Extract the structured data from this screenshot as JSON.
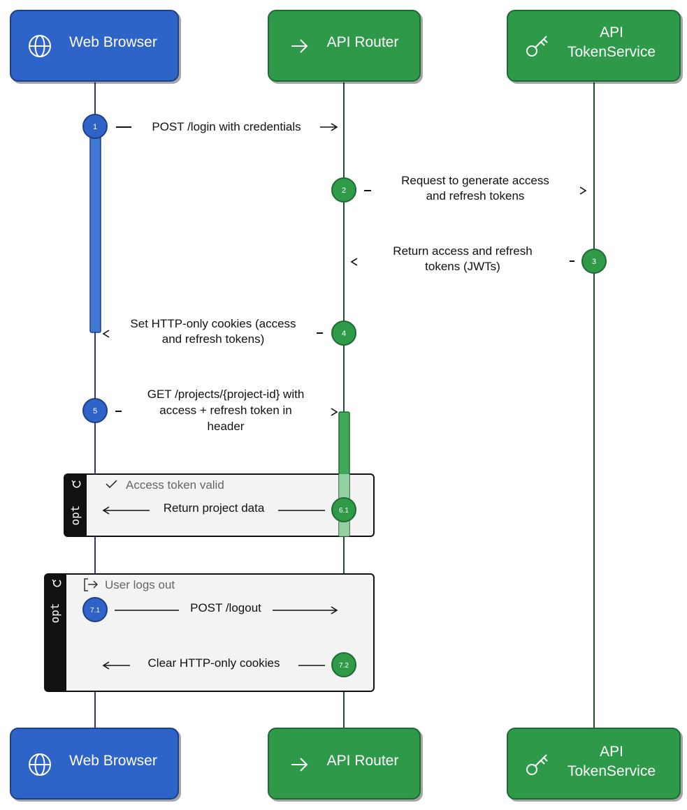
{
  "participants": [
    {
      "id": "browser",
      "lines": [
        "Web Browser"
      ],
      "icon": "globe-icon",
      "color": "#2f63c7"
    },
    {
      "id": "router",
      "lines": [
        "API Router"
      ],
      "icon": "arrow-right-icon",
      "color": "#2f9a48"
    },
    {
      "id": "token",
      "lines": [
        "API",
        "TokenService"
      ],
      "icon": "key-icon",
      "color": "#2f9a48"
    }
  ],
  "messages": [
    {
      "num": "1",
      "lines": [
        "POST /login with credentials"
      ]
    },
    {
      "num": "2",
      "lines": [
        "Request to generate access",
        "and refresh tokens"
      ]
    },
    {
      "num": "3",
      "lines": [
        "Return access and refresh",
        "tokens (JWTs)"
      ]
    },
    {
      "num": "4",
      "lines": [
        "Set HTTP-only cookies (access",
        "and refresh tokens)"
      ]
    },
    {
      "num": "5",
      "lines": [
        "GET /projects/{project-id} with",
        "access + refresh token in",
        "header"
      ]
    },
    {
      "num": "6.1",
      "lines": [
        "Return project data"
      ]
    },
    {
      "num": "7.1",
      "lines": [
        "POST /logout"
      ]
    },
    {
      "num": "7.2",
      "lines": [
        "Clear HTTP-only cookies"
      ]
    }
  ],
  "fragments": [
    {
      "keyword": "opt",
      "condition": "Access token valid",
      "condition_icon": "check-icon"
    },
    {
      "keyword": "opt",
      "condition": "User logs out",
      "condition_icon": "logout-icon"
    }
  ],
  "colors": {
    "browser_blue": "#2f63c7",
    "router_green": "#2f9a48",
    "border_blue": "#1f3f86",
    "border_green": "#1f6b33",
    "fragment_bg": "#f3f3f3",
    "fragment_tab": "#111111"
  }
}
